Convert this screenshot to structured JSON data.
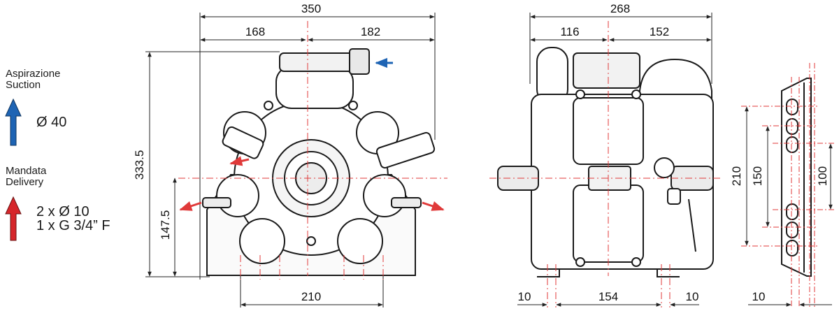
{
  "legend": {
    "suction": {
      "title_it": "Aspirazione",
      "title_en": "Suction",
      "value": "Ø 40",
      "arrow_color": "#1e64b4"
    },
    "delivery": {
      "title_it": "Mandata",
      "title_en": "Delivery",
      "value_1": "2 x Ø 10",
      "value_2": "1 x G 3/4” F",
      "arrow_color": "#d6262b"
    }
  },
  "front_view": {
    "dim_total_width": "350",
    "dim_left": "168",
    "dim_right": "182",
    "dim_height": "333.5",
    "dim_axis_height": "147.5",
    "dim_base": "210"
  },
  "side_view": {
    "dim_total_width": "268",
    "dim_left": "116",
    "dim_right": "152",
    "dim_foot_left": "10",
    "dim_foot_span": "154",
    "dim_foot_right": "10"
  },
  "bracket_view": {
    "dim_210": "210",
    "dim_150": "150",
    "dim_100": "100",
    "dim_10": "10"
  },
  "colors": {
    "line": "#1a1a1a",
    "dim": "#222222",
    "axis": "#e03a3a",
    "suction": "#1e64b4",
    "delivery": "#d6262b"
  }
}
